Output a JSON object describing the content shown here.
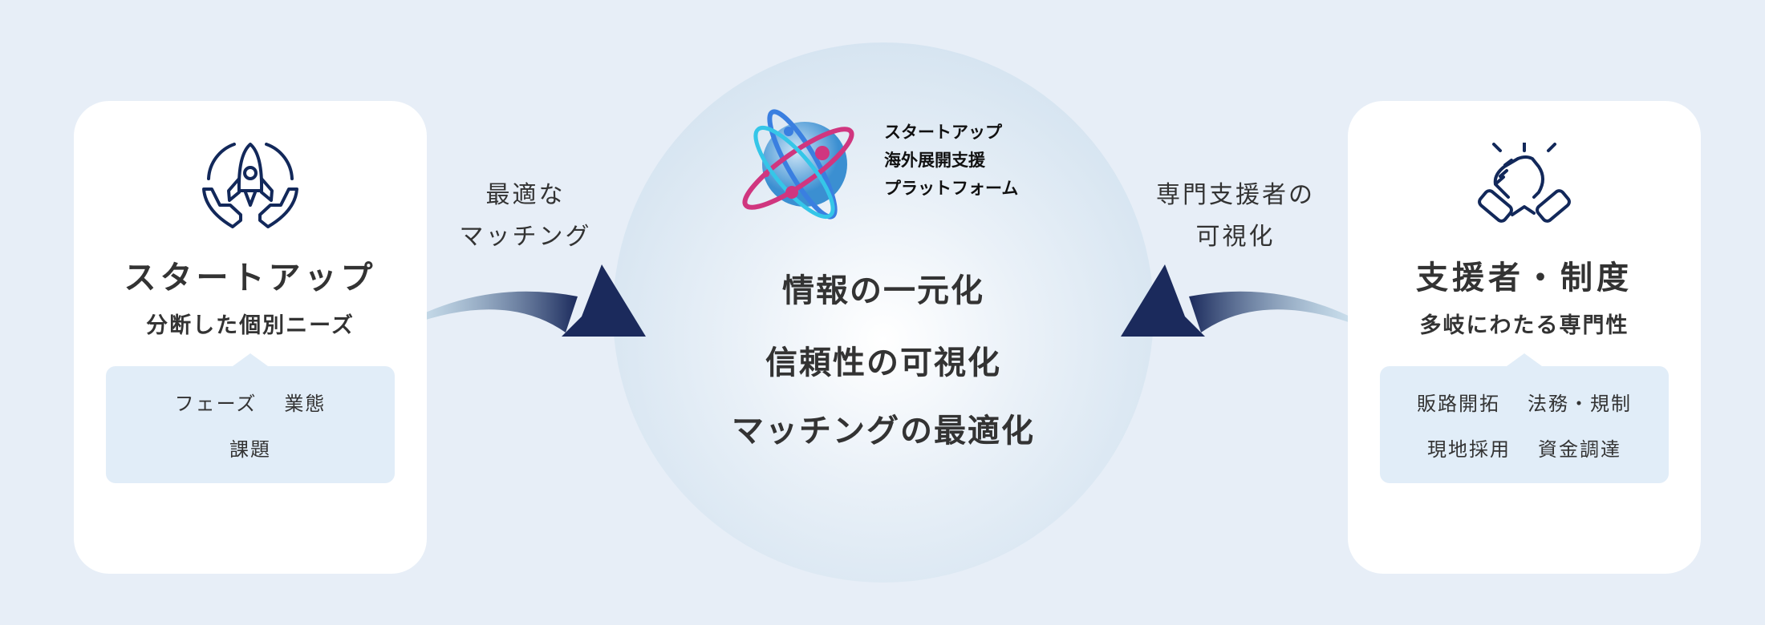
{
  "left_card": {
    "title": "スタートアップ",
    "subtitle": "分断した個別ニーズ",
    "tags": [
      [
        "フェーズ",
        "業態"
      ],
      [
        "課題"
      ]
    ]
  },
  "right_card": {
    "title": "支援者・制度",
    "subtitle": "多岐にわたる専門性",
    "tags": [
      [
        "販路開拓",
        "法務・規制"
      ],
      [
        "現地採用",
        "資金調達"
      ]
    ]
  },
  "center": {
    "logo_lines": [
      "スタートアップ",
      "海外展開支援",
      "プラットフォーム"
    ],
    "lines": [
      "情報の一元化",
      "信頼性の可視化",
      "マッチングの最適化"
    ]
  },
  "left_arrow_label": [
    "最適な",
    "マッチング"
  ],
  "right_arrow_label": [
    "専門支援者の",
    "可視化"
  ],
  "colors": {
    "background": "#e7eef7",
    "icon_navy": "#12285a",
    "arrow_dark": "#1b2a5c",
    "arrow_light": "#bfeaf8",
    "tag_box": "#e1edf8"
  }
}
